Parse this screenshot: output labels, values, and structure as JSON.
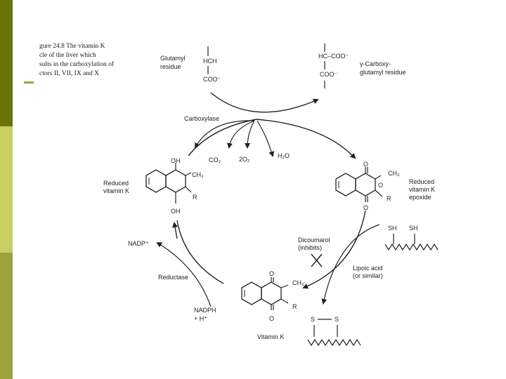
{
  "colors": {
    "sidebar_top": "#6b7300",
    "sidebar_mid": "#c8d060",
    "sidebar_bottom": "#9aa43a",
    "ink": "#222222"
  },
  "caption": {
    "line1": "gure 24.8  The vitamin K",
    "line2": "cle of the liver which",
    "line3": "sults in the carboxylation of",
    "line4": "ctors II, VII, IX and X"
  },
  "top": {
    "glutamyl_line1": "Glutamyl",
    "glutamyl_line2": "residue",
    "hch": "HCH",
    "coo_left": "COO⁻",
    "hc_coo": "HC–COO⁻",
    "coo_right": "COO⁻",
    "gamma_line1": "γ-Carboxy-",
    "gamma_line2": "glutamyl residue"
  },
  "carboxylase": "Carboxylase",
  "co2": "CO₂",
  "o2": "2O₂",
  "h2o": "H₂O",
  "reduced_k": {
    "line1": "Reduced",
    "line2": "vitamin K",
    "oh_top": "OH",
    "oh_bottom": "OH",
    "ch3": "CH₃",
    "r": "R"
  },
  "epoxide": {
    "line1": "Reduced",
    "line2": "vitamin K",
    "line3": "epoxide",
    "o_top": "O",
    "o_bottom": "O",
    "o_ring": "O",
    "ch3": "CH₃",
    "r": "R"
  },
  "vitamin_k": {
    "label": "Vitamin K",
    "o_top": "O",
    "o_bottom": "O",
    "ch3": "CH₃",
    "r": "R"
  },
  "nadp": "NADP⁺",
  "reductase": "Reductase",
  "nadph_line1": "NADPH",
  "nadph_line2": "+ H⁺",
  "dicoumarol_line1": "Dicoumarol",
  "dicoumarol_line2": "(inhibits)",
  "lipoic_line1": "Lipoic acid",
  "lipoic_line2": "(or similar)",
  "sh_left": "SH",
  "sh_right": "SH",
  "s_left": "S",
  "s_right": "S"
}
